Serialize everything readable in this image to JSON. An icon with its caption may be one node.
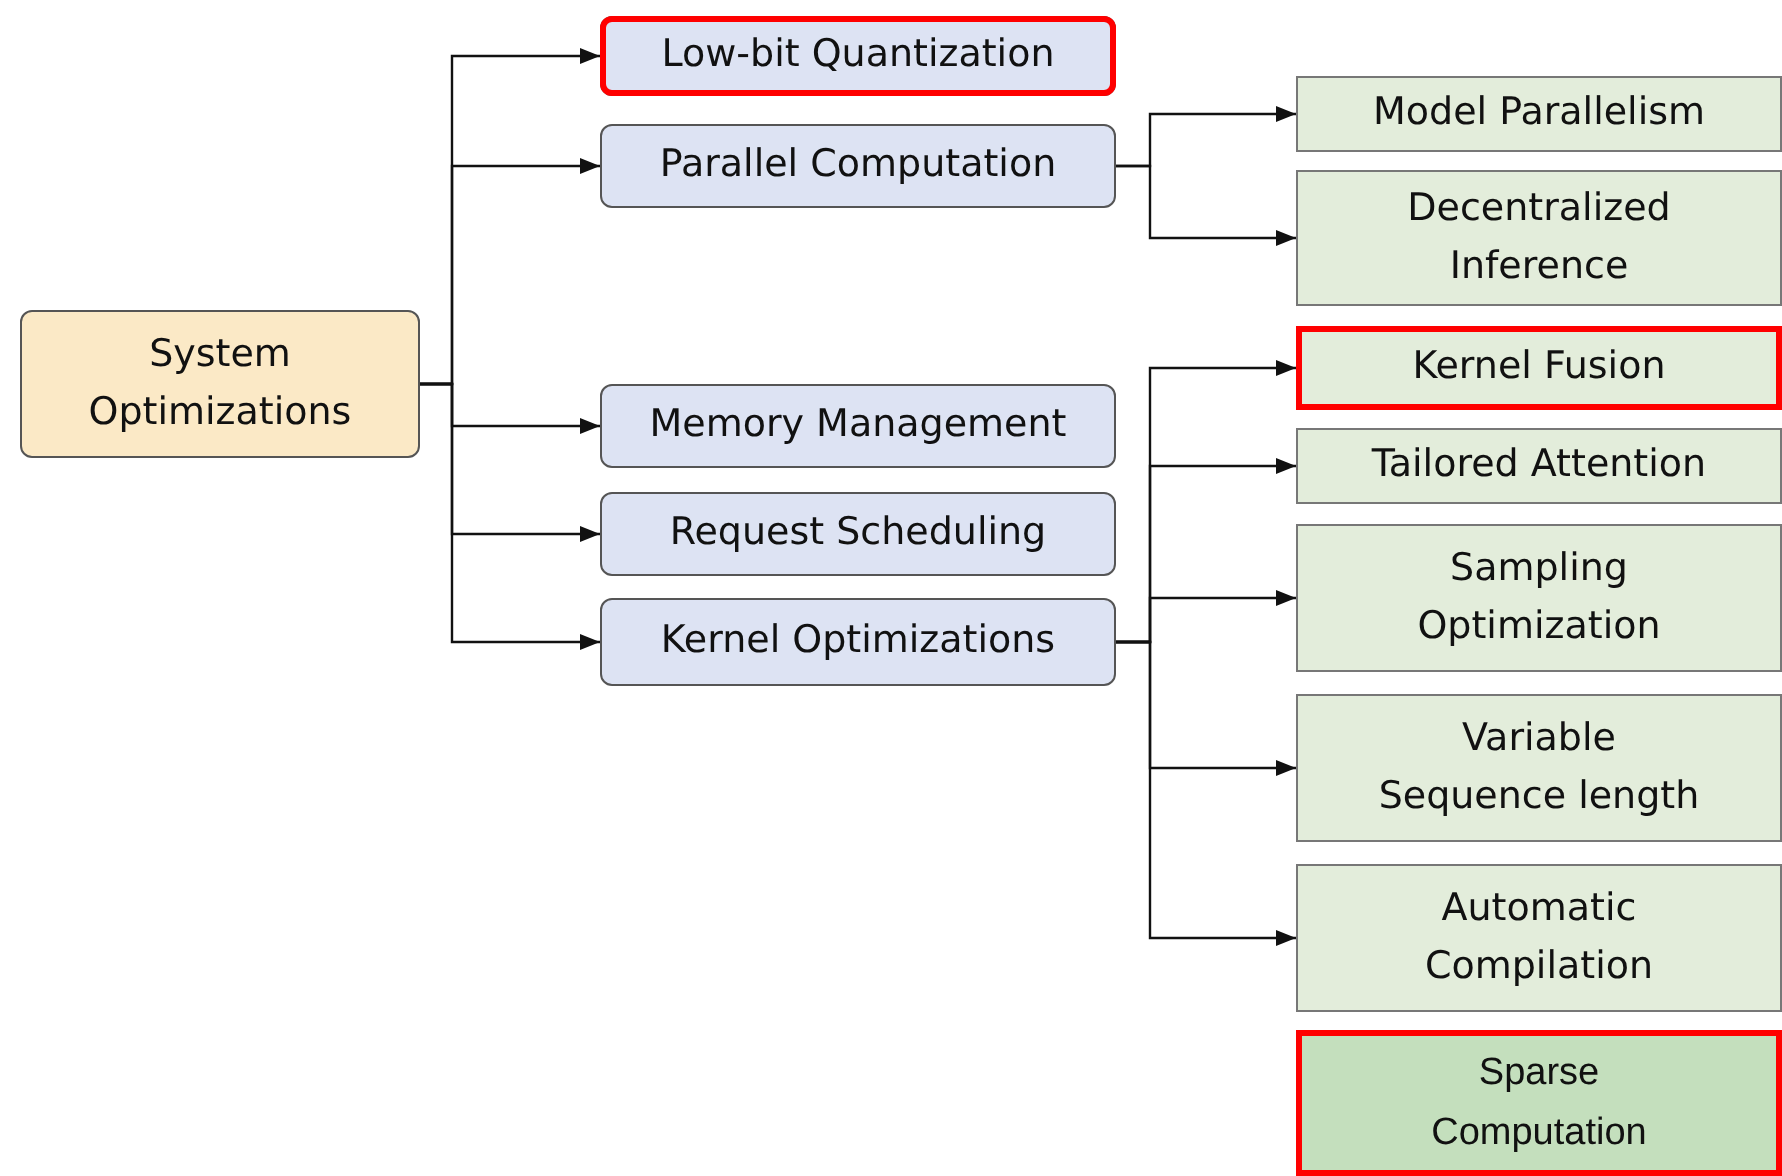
{
  "diagram": {
    "nodes": [
      {
        "text": [
          "System Optimizations"
        ]
      },
      {
        "text": [
          "Low-bit Quantization"
        ]
      },
      {
        "text": [
          "Parallel Computation"
        ]
      },
      {
        "text": [
          "Memory Management"
        ]
      },
      {
        "text": [
          "Request Scheduling"
        ]
      },
      {
        "text": [
          "Kernel Optimizations"
        ]
      },
      {
        "text": [
          "Model Parallelism"
        ]
      },
      {
        "text": [
          "Decentralized Inference"
        ]
      },
      {
        "text": [
          "Kernel Fusion"
        ]
      },
      {
        "text": [
          "Tailored Attention"
        ]
      },
      {
        "text": [
          "Sampling Optimization"
        ]
      },
      {
        "text": [
          "Variable Sequence length"
        ]
      },
      {
        "text": [
          "Automatic Compilation"
        ]
      },
      {
        "text": [
          "Sparse Computation"
        ]
      }
    ],
    "edges": [
      {
        "from": 0,
        "to": 1,
        "arrow": "to"
      },
      {
        "from": 0,
        "to": 2,
        "arrow": "to"
      },
      {
        "from": 0,
        "to": 3,
        "arrow": "to"
      },
      {
        "from": 0,
        "to": 4,
        "arrow": "to"
      },
      {
        "from": 0,
        "to": 5,
        "arrow": "to"
      },
      {
        "from": 2,
        "to": 6,
        "arrow": "to"
      },
      {
        "from": 2,
        "to": 7,
        "arrow": "to"
      },
      {
        "from": 5,
        "to": 8,
        "arrow": "to"
      },
      {
        "from": 5,
        "to": 9,
        "arrow": "to"
      },
      {
        "from": 5,
        "to": 10,
        "arrow": "to"
      },
      {
        "from": 5,
        "to": 11,
        "arrow": "to"
      },
      {
        "from": 5,
        "to": 12,
        "arrow": "to"
      }
    ]
  }
}
